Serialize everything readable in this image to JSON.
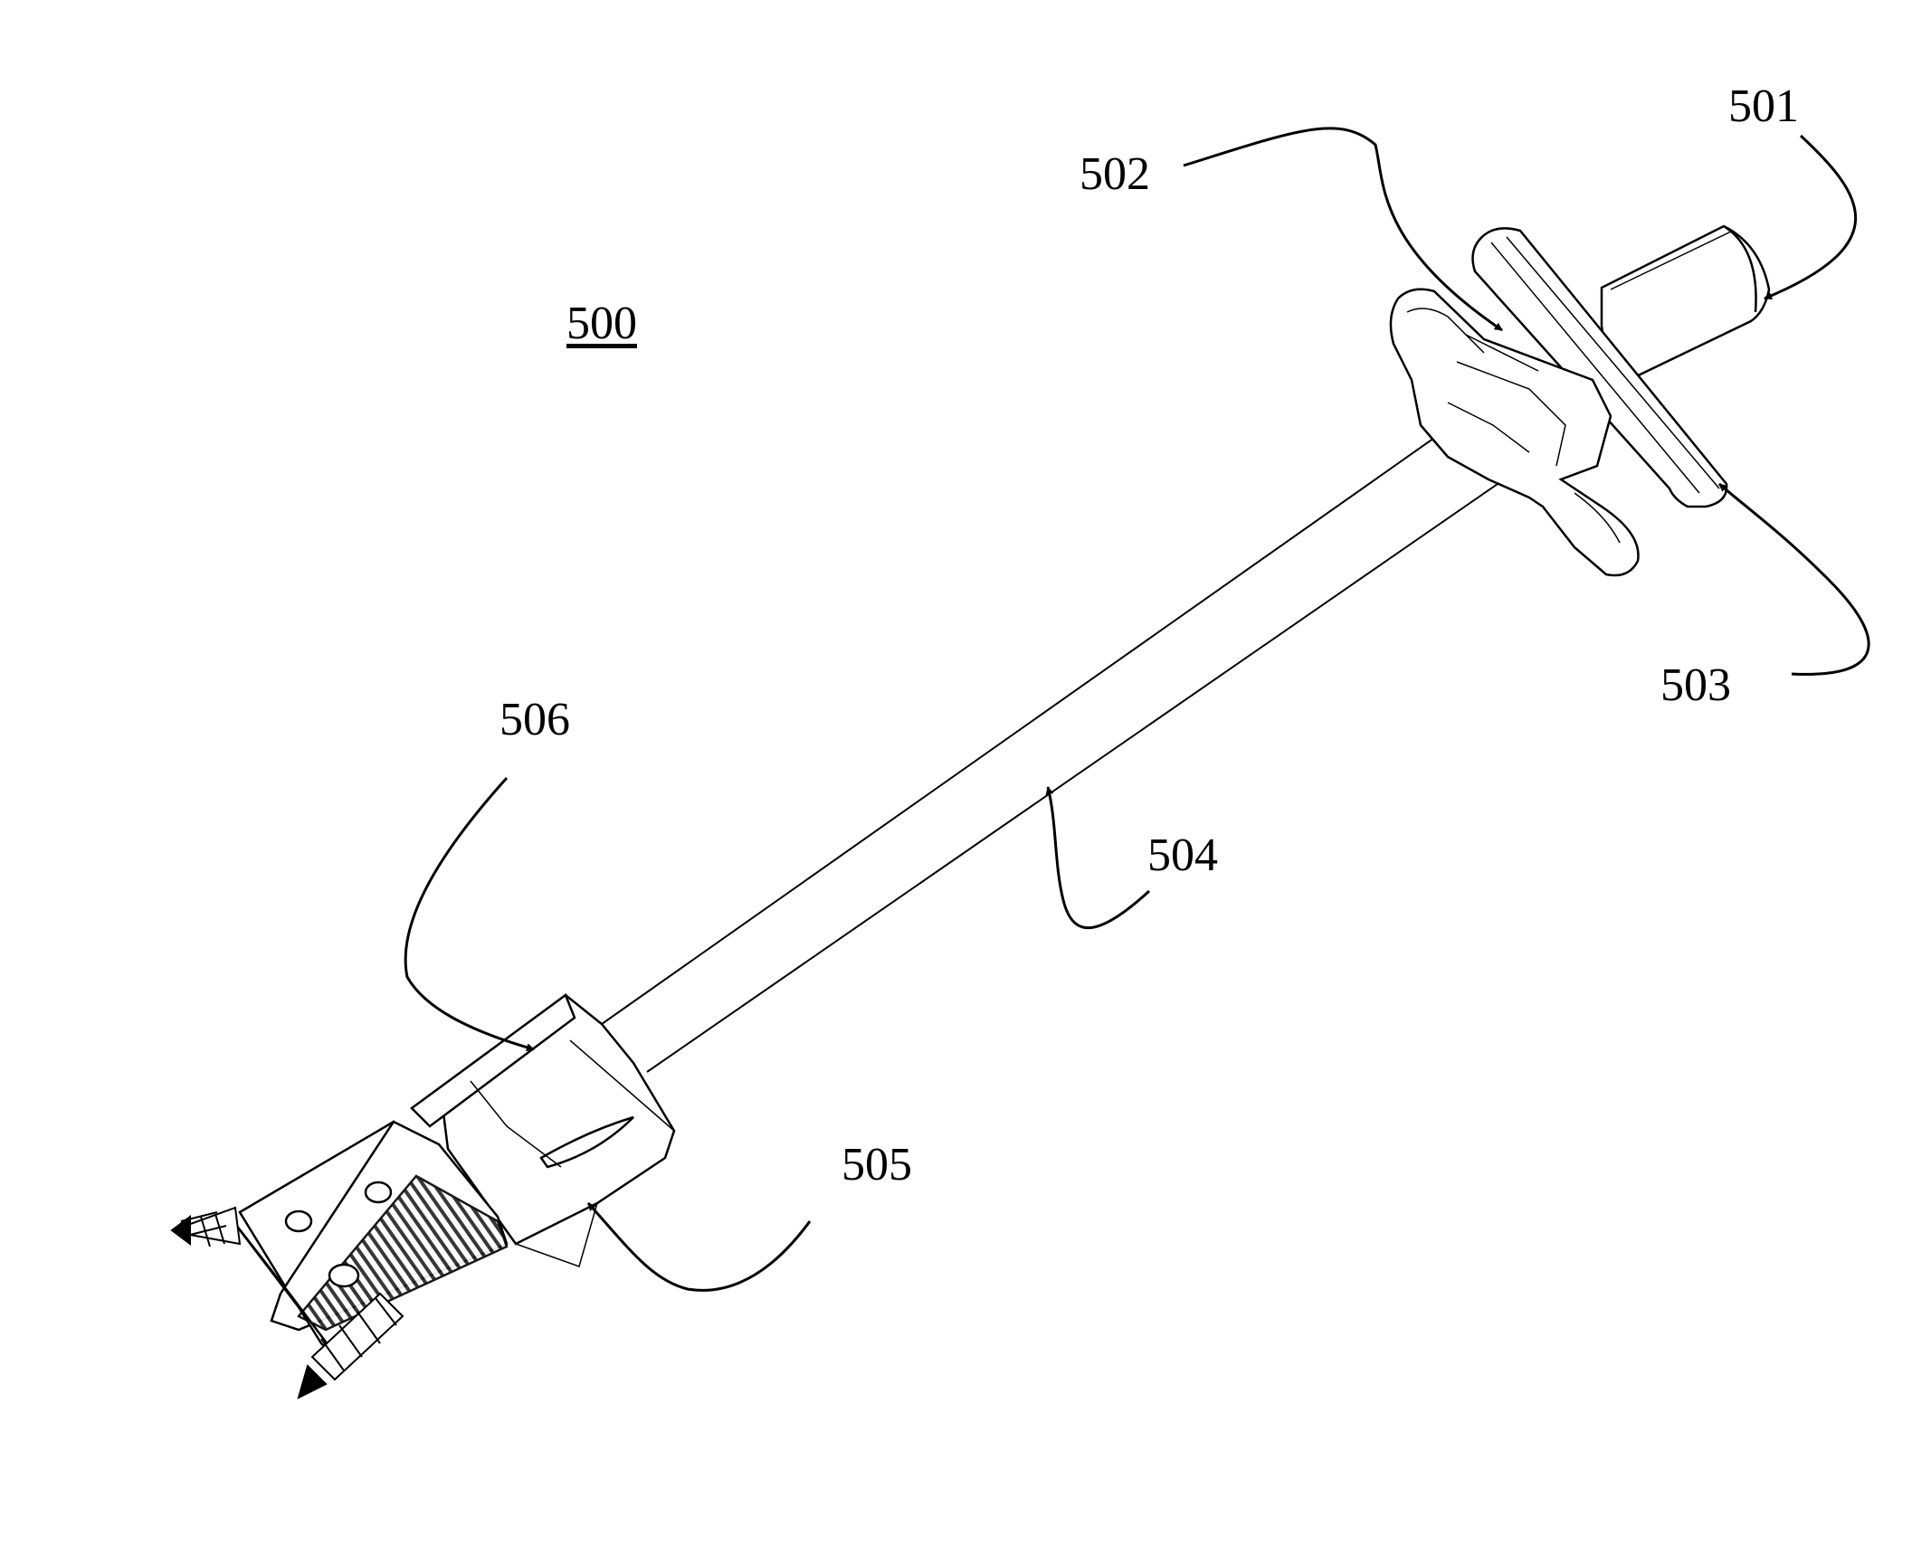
{
  "figure": {
    "number": "500",
    "labels": {
      "l501": "501",
      "l502": "502",
      "l503": "503",
      "l504": "504",
      "l505": "505",
      "l506": "506"
    }
  },
  "colors": {
    "ink": "#000000",
    "paper": "#ffffff",
    "shade": "#cfcfcf"
  }
}
